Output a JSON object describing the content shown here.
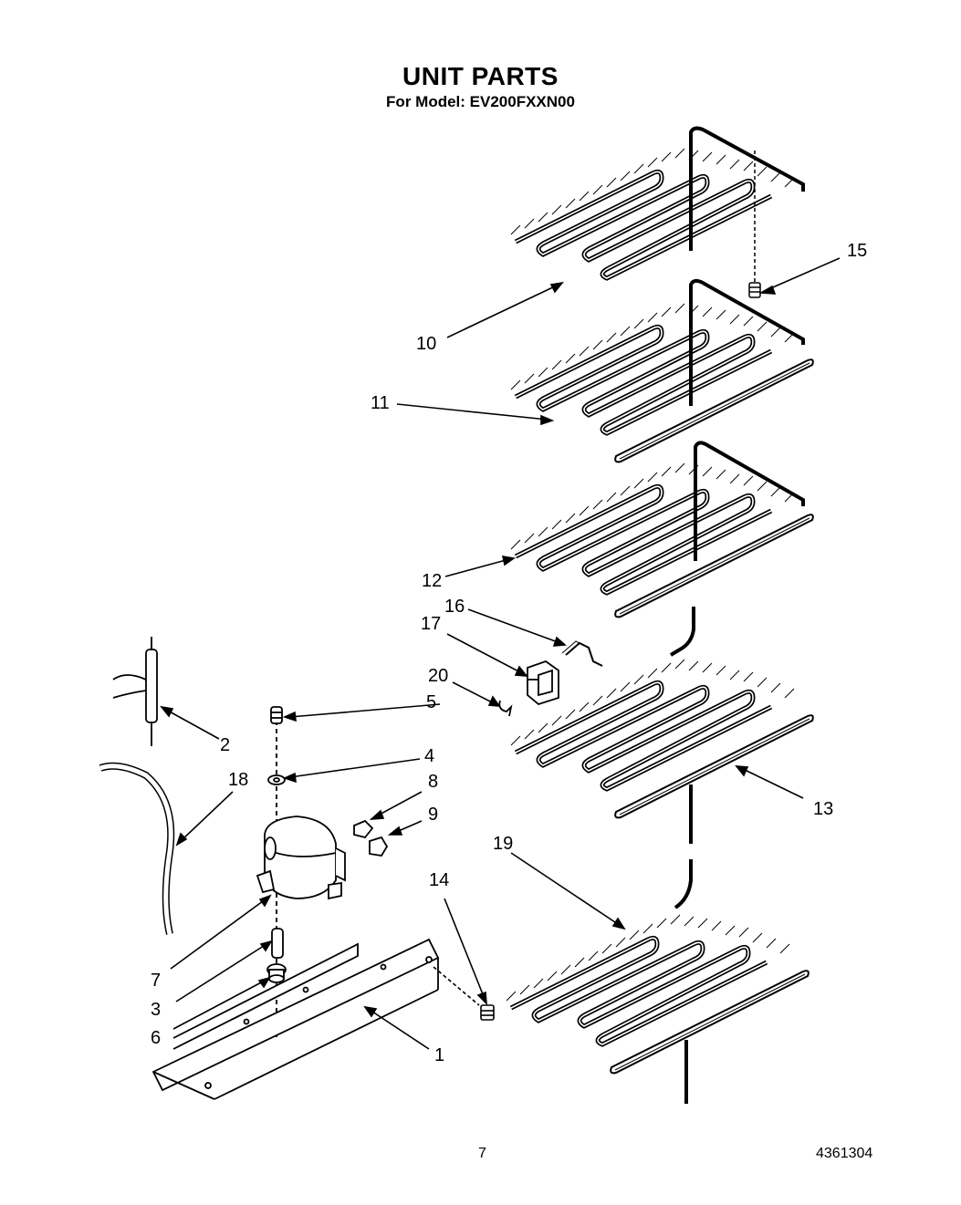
{
  "header": {
    "title": "UNIT PARTS",
    "subtitle": "For Model: EV200FXXN00"
  },
  "callouts": {
    "c1": "1",
    "c2": "2",
    "c3": "3",
    "c4": "4",
    "c5": "5",
    "c6": "6",
    "c7": "7",
    "c8": "8",
    "c9": "9",
    "c10": "10",
    "c11": "11",
    "c12": "12",
    "c13": "13",
    "c14": "14",
    "c15": "15",
    "c16": "16",
    "c17": "17",
    "c18": "18",
    "c19": "19",
    "c20": "20"
  },
  "footer": {
    "page_number": "7",
    "document_code": "4361304"
  }
}
